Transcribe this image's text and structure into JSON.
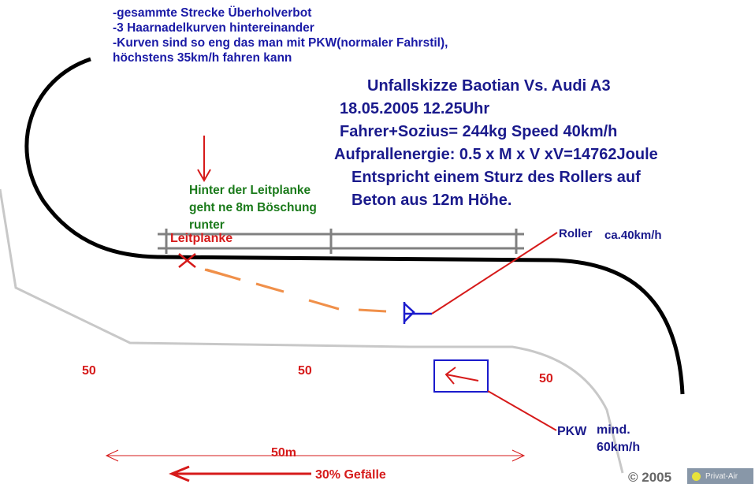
{
  "notes": [
    "-gesammte Strecke Überholverbot",
    "-3 Haarnadelkurven hintereinander",
    "-Kurven sind so eng das man mit PKW(normaler Fahrstil),",
    "höchstens 35km/h fahren kann"
  ],
  "title": {
    "line1": "Unfallskizze Baotian Vs. Audi A3",
    "line2": "18.05.2005 12.25Uhr",
    "line3": "Fahrer+Sozius= 244kg Speed 40km/h",
    "line4": "Aufprallenergie: 0.5 x M x V xV=14762Joule",
    "line5": "Entspricht einem Sturz des Rollers auf",
    "line6": "Beton aus 12m Höhe."
  },
  "labels": {
    "embankment": [
      "Hinter der Leitplanke",
      "geht ne 8m Böschung",
      "runter"
    ],
    "guardrail": "Leitplanke",
    "roller": "Roller",
    "roller_speed": "ca.40km/h",
    "pkw": "PKW",
    "pkw_speed_1": "mind.",
    "pkw_speed_2": "60km/h",
    "limit_1": "50",
    "limit_2": "50",
    "limit_3": "50",
    "distance": "50m",
    "slope": "30% Gefälle",
    "copyright": "© 2005",
    "badge": "Privat-Air"
  },
  "colors": {
    "road": "#000000",
    "guardrail": "#808080",
    "edge": "#c8c8c8",
    "red": "#d61a1a",
    "blue": "#1a1acc",
    "orange": "#f0904a"
  }
}
